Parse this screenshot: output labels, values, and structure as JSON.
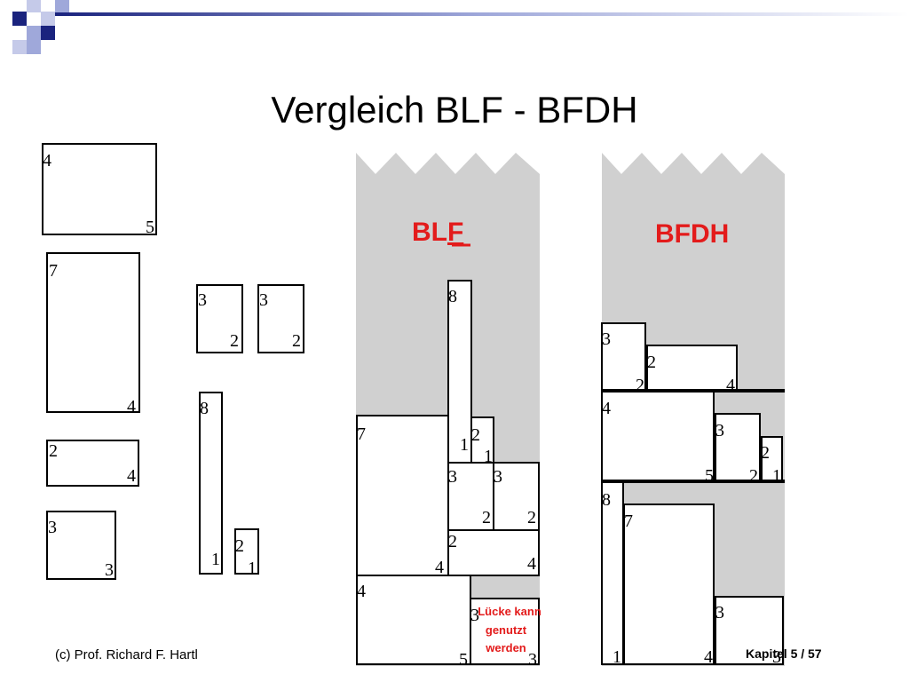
{
  "title": "Vergleich BLF - BFDH",
  "footer": {
    "left": "(c) Prof. Richard F. Hartl",
    "right": "Kapitel 5 / 57"
  },
  "labels": {
    "blf_before": "BL",
    "blf_underlined": "F",
    "bfdh": "BFDH"
  },
  "note": [
    "Lücke kann",
    "genutzt",
    "werden"
  ],
  "colors": {
    "decor_navy": "#1a237e",
    "decor_lavender": "#9fa8da",
    "strip": "#d0d0d0",
    "label_red": "#e31b1b"
  },
  "pieces": {
    "p1": {
      "height": "4",
      "width": "5"
    },
    "p2": {
      "height": "7",
      "width": "4"
    },
    "p3": {
      "height": "2",
      "width": "4"
    },
    "p4": {
      "height": "3",
      "width": "3"
    },
    "p5": {
      "height": "3",
      "width": "2"
    },
    "p6": {
      "height": "3",
      "width": "2"
    },
    "p7": {
      "height": "8",
      "width": "1"
    },
    "p8": {
      "height": "2",
      "width": "1"
    }
  },
  "blf": {
    "b8": {
      "height": "8",
      "width": "1"
    },
    "b7": {
      "height": "7",
      "width": "4"
    },
    "b2a": {
      "height": "2",
      "width": "1"
    },
    "b3a": {
      "height": "3",
      "width": "2"
    },
    "b3b": {
      "height": "3",
      "width": "2"
    },
    "b2b": {
      "height": "2",
      "width": "4"
    },
    "b4": {
      "height": "4",
      "width": "5"
    },
    "b3c": {
      "height": "3",
      "width": "3"
    }
  },
  "bfdh": {
    "f3": {
      "height": "3",
      "width": "2"
    },
    "f2": {
      "height": "2",
      "width": "4"
    },
    "f4": {
      "height": "4",
      "width": "5"
    },
    "f3b": {
      "height": "3",
      "width": "2"
    },
    "f2b": {
      "height": "2",
      "width": "1"
    },
    "f8": {
      "height": "8",
      "width": "1"
    },
    "f7": {
      "height": "7",
      "width": "4"
    },
    "f3c": {
      "height": "3",
      "width": "3"
    }
  }
}
